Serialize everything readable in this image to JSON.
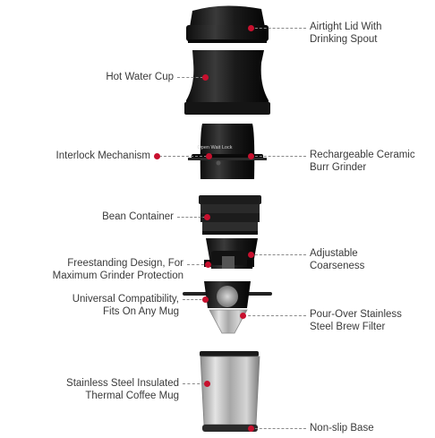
{
  "labels": {
    "lid": [
      "Airtight Lid With",
      "Drinking Spout"
    ],
    "hot_water_cup": [
      "Hot Water Cup"
    ],
    "interlock": [
      "Interlock Mechanism"
    ],
    "grinder": [
      "Rechargeable Ceramic",
      "Burr Grinder"
    ],
    "bean_container": [
      "Bean Container"
    ],
    "adjustable": [
      "Adjustable",
      "Coarseness"
    ],
    "freestanding": [
      "Freestanding Design, For",
      "Maximum Grinder Protection"
    ],
    "universal": [
      "Universal Compatibility,",
      "Fits On Any Mug"
    ],
    "pour_over": [
      "Pour-Over Stainless",
      "Steel Brew Filter"
    ],
    "mug": [
      "Stainless Steel Insulated",
      "Thermal Coffee Mug"
    ],
    "base": [
      "Non-slip Base"
    ]
  },
  "grinder_print": "Open  Wait  Lock",
  "colors": {
    "accent_dot": "#c8102e",
    "body_black": "#1a1a1a",
    "steel": "#b9b9b9"
  }
}
